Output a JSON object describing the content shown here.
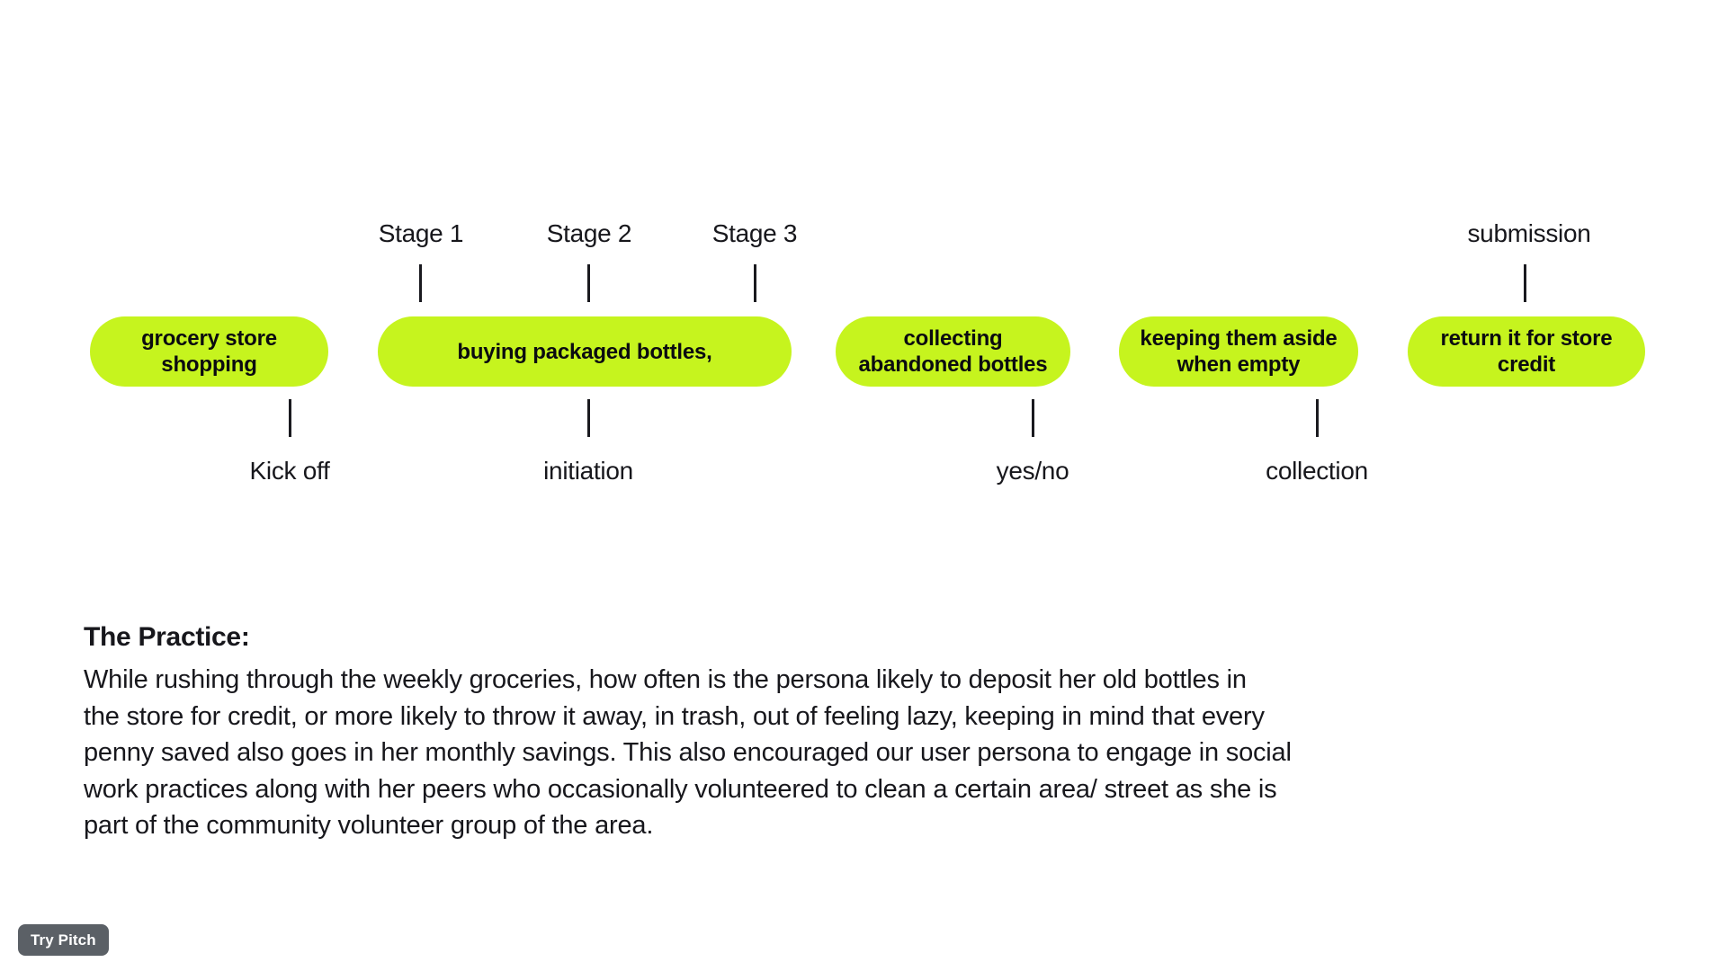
{
  "colors": {
    "pill_green": "#c6f41e",
    "ink": "#121217",
    "trypitch_bg": "#5b6066"
  },
  "diagram": {
    "top_labels": [
      {
        "text": "Stage 1"
      },
      {
        "text": "Stage 2"
      },
      {
        "text": "Stage 3"
      },
      {
        "text": "submission"
      }
    ],
    "pills": [
      {
        "label": "grocery store shopping"
      },
      {
        "label": "buying packaged bottles,"
      },
      {
        "label": "collecting abandoned bottles"
      },
      {
        "label": "keeping them aside when empty"
      },
      {
        "label": "return it for store credit"
      }
    ],
    "bottom_labels": [
      {
        "text": "Kick off"
      },
      {
        "text": "initiation"
      },
      {
        "text": "yes/no"
      },
      {
        "text": "collection"
      }
    ]
  },
  "practice": {
    "heading": "The Practice:",
    "lines": [
      "While rushing through the weekly groceries, how often is the persona likely to deposit her old bottles in",
      "the store for credit, or more likely to throw it away, in trash, out of feeling lazy, keeping in mind that every",
      "penny saved also goes in her monthly savings. This also encouraged our user persona to engage in social",
      "work practices along with her peers who occasionally volunteered to clean a certain area/ street as she is",
      "part of the community volunteer group of the area."
    ]
  },
  "try_pitch": {
    "label": "Try Pitch"
  }
}
